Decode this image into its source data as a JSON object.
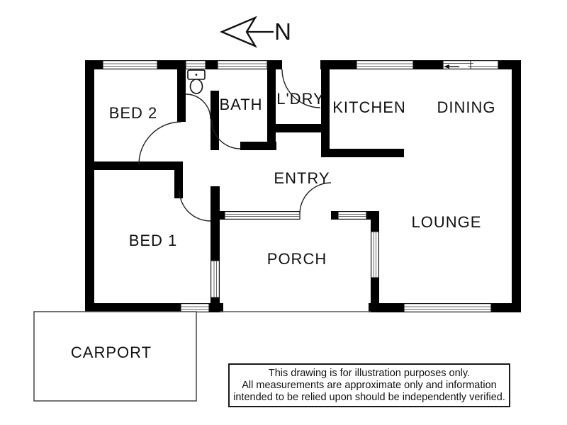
{
  "compass": {
    "label": "N"
  },
  "rooms": {
    "bed2": "BED 2",
    "bath": "BATH",
    "laundry": "L'DRY",
    "kitchen": "KITCHEN",
    "dining": "DINING",
    "entry": "ENTRY",
    "bed1": "BED 1",
    "lounge": "LOUNGE",
    "porch": "PORCH",
    "carport": "CARPORT"
  },
  "disclaimer": {
    "line1": "This drawing is for illustration purposes only.",
    "line2": "All measurements are approximate only and information",
    "line3": "intended to be relied upon should be independently verified."
  },
  "colors": {
    "wall": "#000000",
    "background": "#ffffff",
    "text": "#111111",
    "thin_line": "#555555",
    "window_line": "#666666"
  }
}
